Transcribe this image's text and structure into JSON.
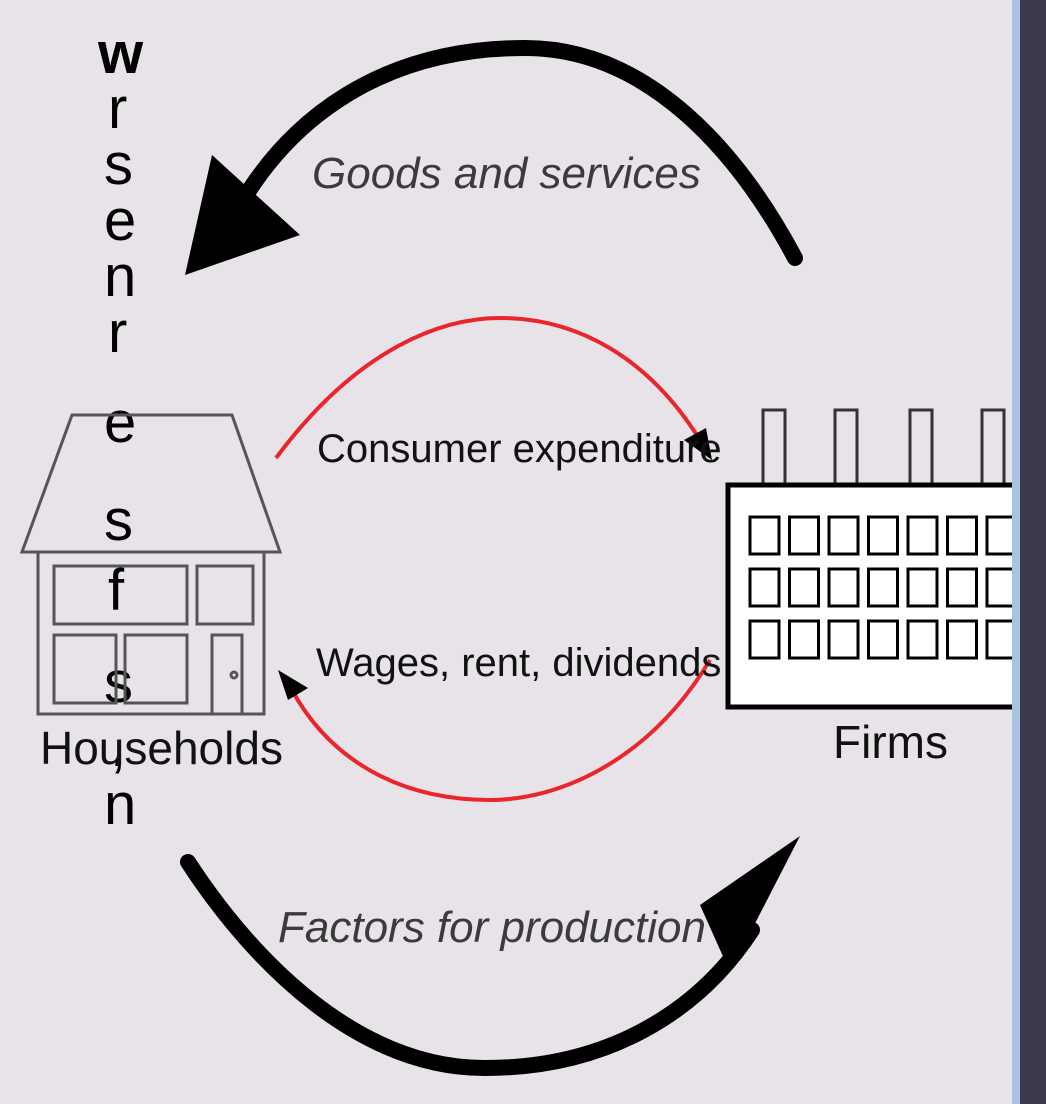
{
  "left_text": {
    "line_ends": [
      "w",
      "r",
      "s",
      "e",
      "n",
      "r",
      "e",
      "s",
      "f",
      "s",
      ",",
      "n"
    ]
  },
  "flows": {
    "goods": "Goods and services",
    "consumer": "Consumer expenditure",
    "wages": "Wages, rent, dividends",
    "factors": "Factors for production"
  },
  "entities": {
    "households": "Households",
    "firms": "Firms"
  },
  "colors": {
    "background": "#e7e3e9",
    "outer_arrows": "#000000",
    "money_flow": "#e8262b",
    "frame": "#3a3a4b",
    "frame_edge": "#a9c3e3"
  }
}
